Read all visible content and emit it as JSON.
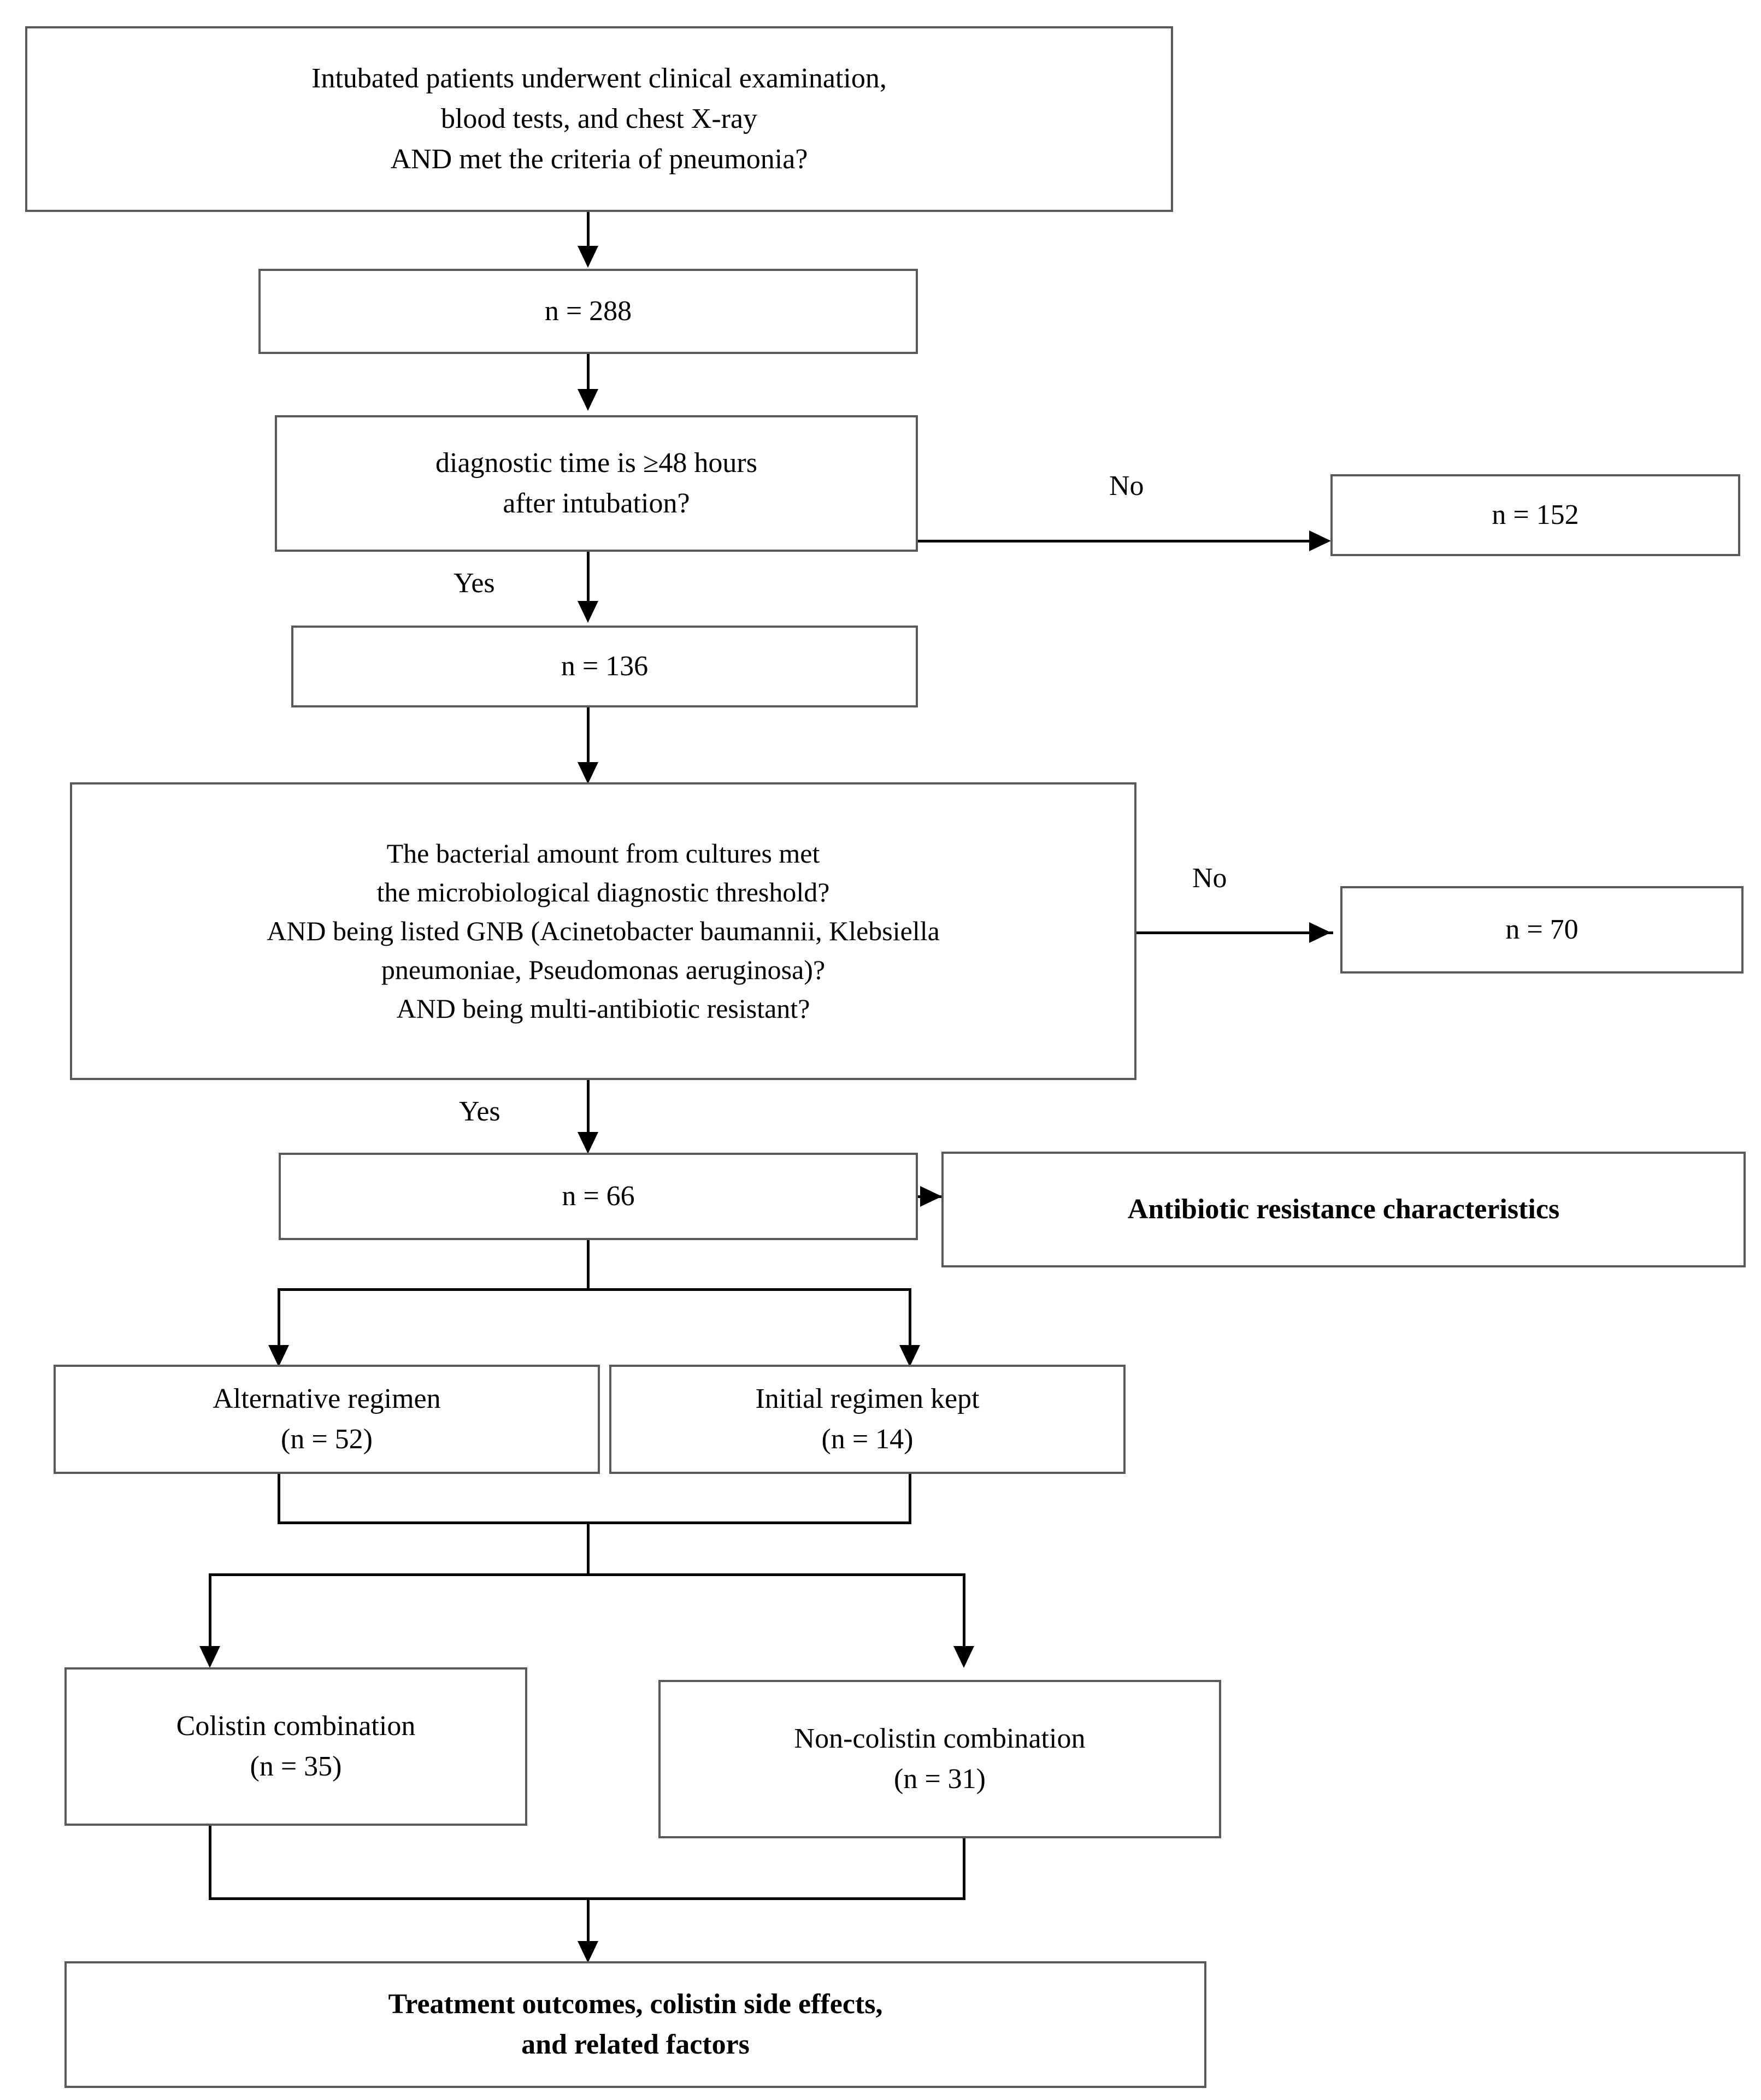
{
  "diagram": {
    "type": "flowchart",
    "title": "Patient selection flowchart for multi-antibiotic resistant GNB pneumonia",
    "nodes": {
      "screening": {
        "lines": [
          "Intubated patients underwent clinical examination,",
          "blood tests, and chest X-ray",
          "AND  met the criteria of pneumonia?"
        ]
      },
      "n288": {
        "label": "n = 288",
        "n_italic": "n",
        "value": "= 288"
      },
      "timing_question": {
        "lines": [
          "diagnostic time is ≥48 hours",
          "after intubation?"
        ]
      },
      "n152": {
        "label": "n = 152",
        "n_italic": "n",
        "value": "= 152"
      },
      "n136": {
        "label": "n = 136",
        "n_italic": "n",
        "value": "= 136"
      },
      "micro_question": {
        "lines": [
          "The bacterial amount from cultures met",
          "the microbiological diagnostic threshold?",
          "AND being listed GNB (Acinetobacter baumannii, Klebsiella",
          "pneumoniae, Pseudomonas aeruginosa)?",
          "AND being multi-antibiotic resistant?"
        ],
        "line3_plain": "AND being listed GNB (",
        "line3_italic": "Acinetobacter baumannii, Klebsiella",
        "line4_italic": "pneumoniae, Pseudomonas aeruginosa",
        "line4_plain": ")?"
      },
      "n70": {
        "label": "n = 70",
        "n_italic": "n",
        "value": "= 70"
      },
      "n66": {
        "label": "n = 66",
        "n_italic": "n",
        "value": "= 66"
      },
      "resistance_box": {
        "label": "Antibiotic resistance characteristics"
      },
      "alternative_regimen": {
        "line1": "Alternative regimen",
        "line2": "(n = 52)",
        "n_italic": "n",
        "value": "= 52)"
      },
      "initial_regimen": {
        "line1": "Initial regimen kept",
        "line2": "(n = 14)",
        "n_italic": "n",
        "value": "= 14)"
      },
      "colistin_combination": {
        "line1": "Colistin combination",
        "line2": "(n = 35)",
        "n_italic": "n",
        "value": "= 35)"
      },
      "non_colistin_combination": {
        "line1": "Non-colistin combination",
        "line2": "(n = 31)",
        "n_italic": "n",
        "value": "= 31)"
      },
      "outcomes": {
        "line1": "Treatment outcomes, colistin side effects,",
        "line2": "and related factors"
      }
    },
    "edge_labels": {
      "timing_no": "No",
      "timing_yes": "Yes",
      "micro_no": "No",
      "micro_yes": "Yes"
    },
    "colors": {
      "border": "#595959",
      "line": "#000000",
      "background": "#ffffff",
      "text": "#000000"
    }
  }
}
